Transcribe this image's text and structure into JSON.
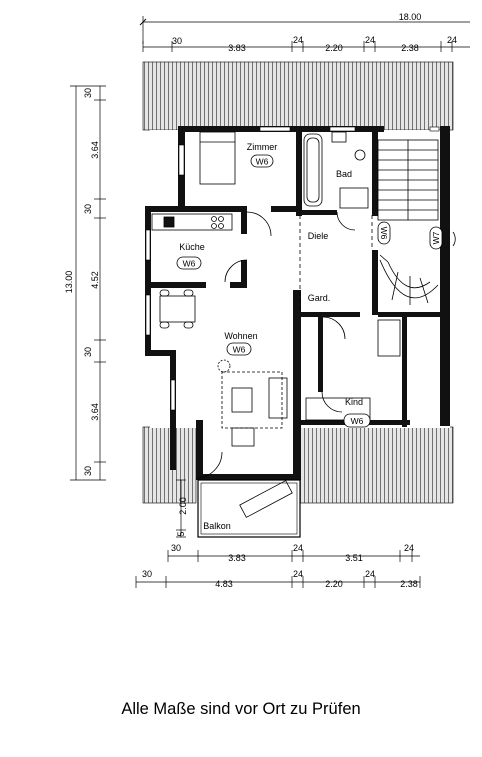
{
  "dimensions": {
    "top_total": "18.00",
    "top_row": [
      "30",
      "3.83",
      "24",
      "2.20",
      "24",
      "2.38",
      "24"
    ],
    "left_total": "13.00",
    "left_col": [
      "30",
      "3.64",
      "30",
      "4.52",
      "30",
      "3.64",
      "30"
    ],
    "balcony_depth": "2.00",
    "balcony_small": "5",
    "bottom_row1": [
      "30",
      "3.83",
      "24",
      "3.51",
      "24"
    ],
    "bottom_row2": [
      "30",
      "4.83",
      "24",
      "2.20",
      "24",
      "2.38"
    ]
  },
  "rooms": {
    "zimmer": "Zimmer",
    "bad": "Bad",
    "diele": "Diele",
    "kueche": "Küche",
    "wohnen": "Wohnen",
    "gard": "Gard.",
    "kind": "Kind",
    "balkon": "Balkon"
  },
  "tags": {
    "zimmer": "W6",
    "kueche": "W6",
    "wohnen": "W6",
    "kind": "W6",
    "diele_a": "W6",
    "diele_b": "W7"
  },
  "caption": "Alle Maße sind vor Ort zu Prüfen"
}
